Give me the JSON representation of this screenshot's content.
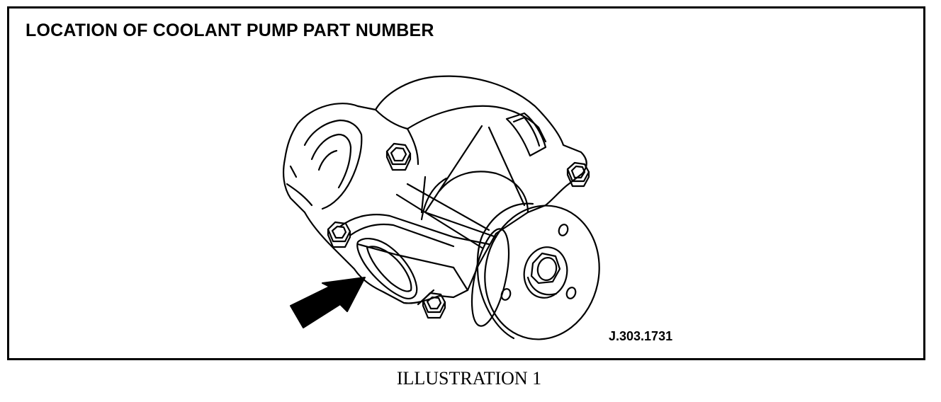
{
  "figure": {
    "title": "LOCATION OF COOLANT PUMP PART NUMBER",
    "reference": "J.303.1731",
    "caption": "ILLUSTRATION 1"
  },
  "colors": {
    "line": "#000000",
    "background": "#ffffff"
  }
}
